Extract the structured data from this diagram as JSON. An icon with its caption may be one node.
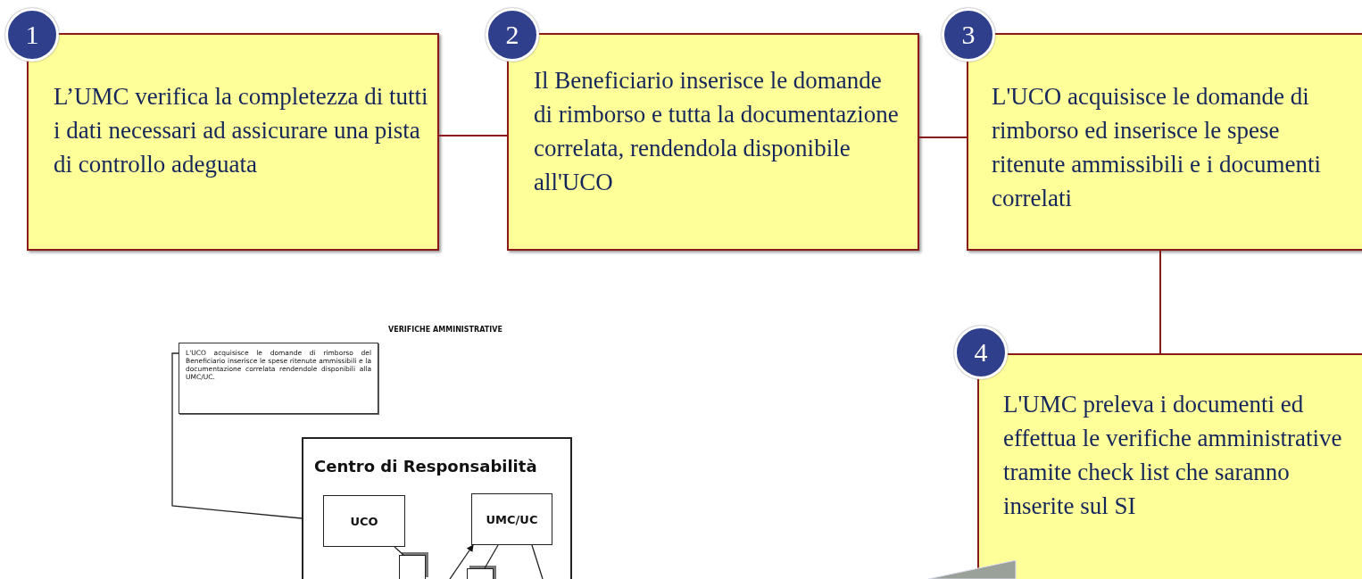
{
  "diagram": {
    "nodes": [
      {
        "text": [
          "1",
          "L’UMC verifica la completezza di tutti i dati necessari ad assicurare una pista di controllo adeguata"
        ]
      },
      {
        "text": [
          "2",
          "Il Beneficiario inserisce le domande di rimborso e tutta la documentazione correlata, rendendola disponibile all'UCO"
        ]
      },
      {
        "text": [
          "3",
          "L'UCO acquisisce le domande di rimborso ed inserisce le spese ritenute ammissibili e i documenti correlati"
        ]
      },
      {
        "text": [
          "4",
          "L'UMC preleva i documenti ed effettua le verifiche amministrative tramite check list che saranno inserite sul SI"
        ]
      },
      {
        "text": [
          "L'UCO acquisisce le domande di rimborso del Beneficiario inserisce le spese ritenute ammissibili e la documentazione correlata rendendole disponibili alla UMC/UC."
        ]
      },
      {
        "text": [
          "Centro di Responsabilità"
        ]
      },
      {
        "text": [
          "UCO"
        ],
        "in": 5
      },
      {
        "text": [
          "UMC/UC"
        ],
        "in": 5
      },
      {
        "text": [],
        "shape": "box",
        "in": 5
      },
      {
        "text": [],
        "shape": "box",
        "in": 5
      }
    ],
    "edges": [
      {
        "from": 0,
        "to": 1,
        "arrow": "none",
        "color": "#8b1a1a"
      },
      {
        "from": 1,
        "to": 2,
        "arrow": "none",
        "color": "#8b1a1a"
      },
      {
        "from": 2,
        "to": 3,
        "arrow": "none",
        "color": "#8b1a1a"
      },
      {
        "from": 4,
        "to": 5,
        "arrow": "none",
        "color": "#222222"
      },
      {
        "from": 6,
        "to": 8,
        "arrow": "none",
        "color": "#222222"
      },
      {
        "from": 9,
        "to": 7,
        "arrow": "none",
        "color": "#222222"
      },
      {
        "from": null,
        "to": 7,
        "arrow": "to",
        "color": "#222222"
      },
      {
        "from": 7,
        "to": null,
        "arrow": "none",
        "color": "#222222"
      }
    ],
    "labels": [
      "VERIFICHE AMMINISTRATIVE"
    ]
  }
}
